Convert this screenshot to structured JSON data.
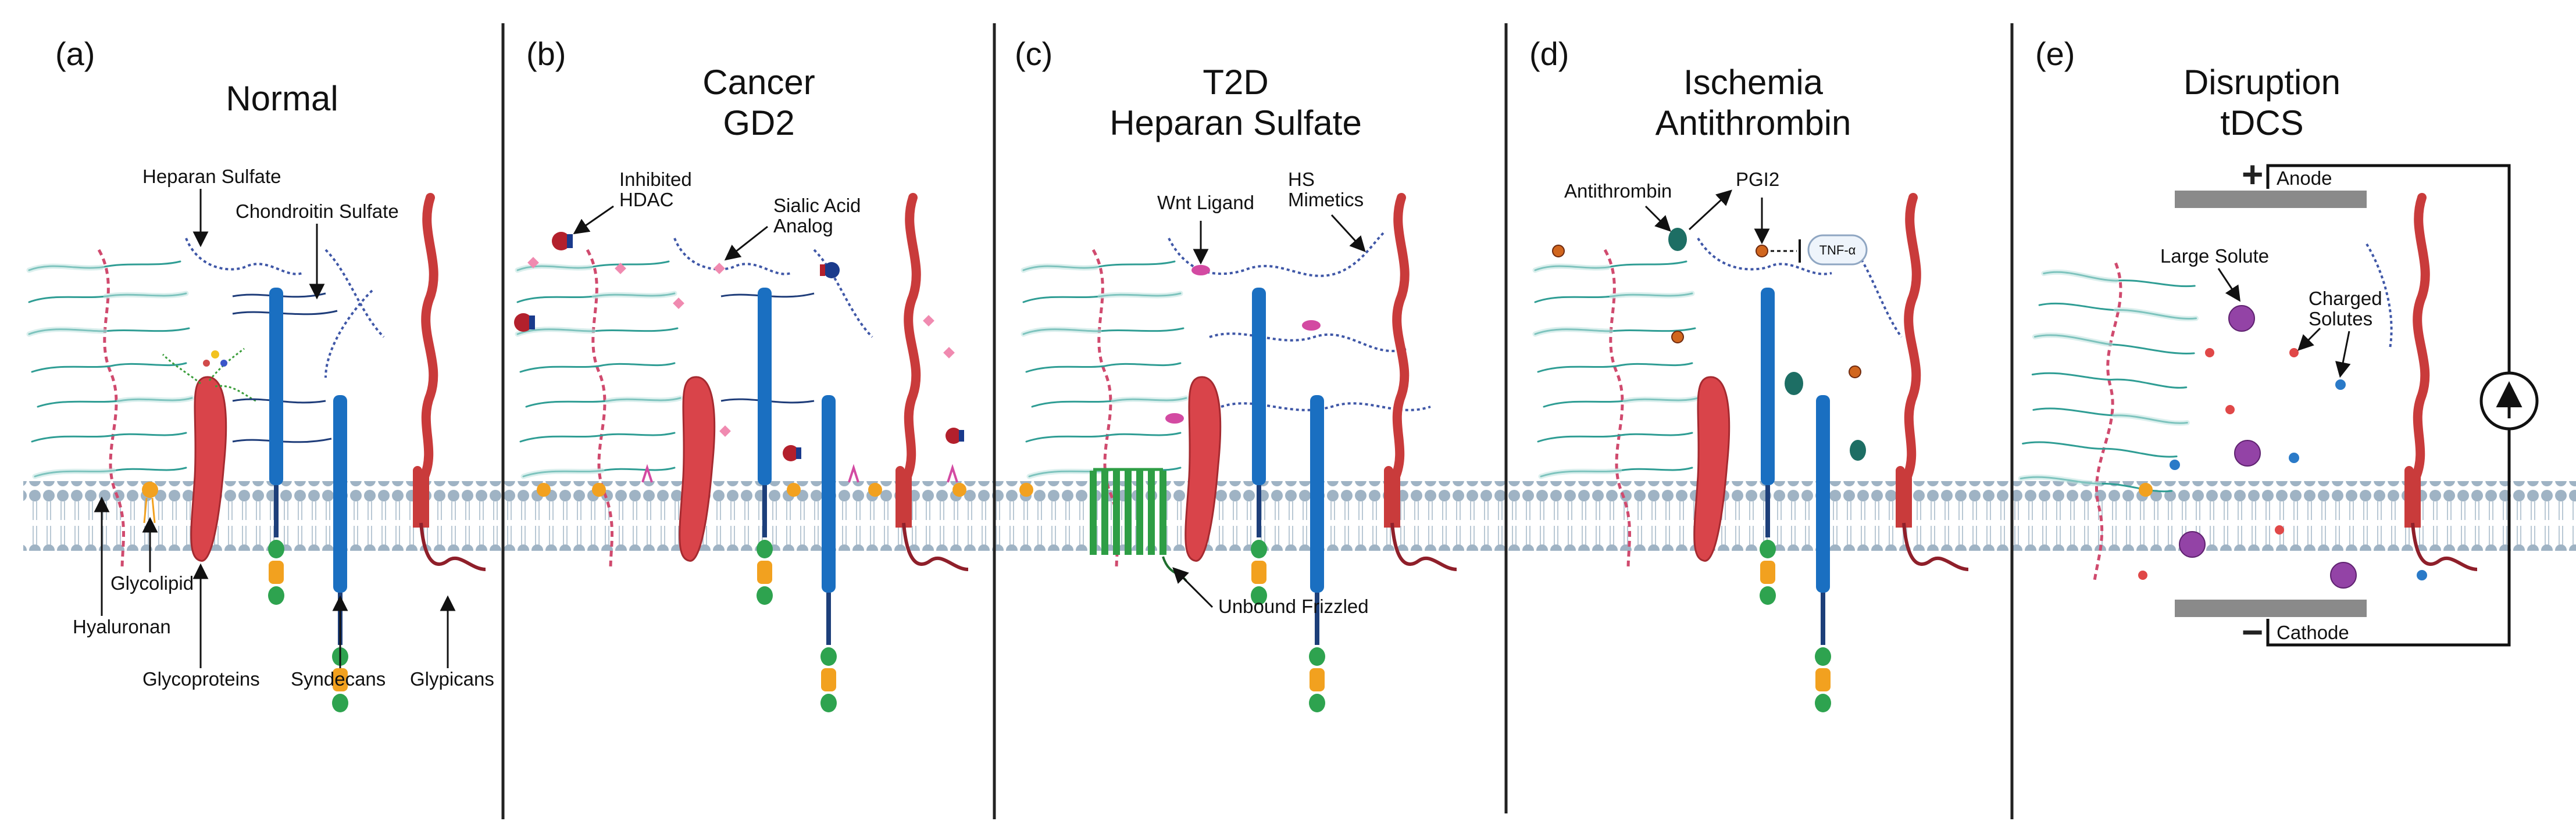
{
  "panels": [
    {
      "letter": "(a)",
      "title": [
        "Normal"
      ]
    },
    {
      "letter": "(b)",
      "title": [
        "Cancer",
        "GD2"
      ]
    },
    {
      "letter": "(c)",
      "title": [
        "T2D",
        "Heparan Sulfate"
      ]
    },
    {
      "letter": "(d)",
      "title": [
        "Ischemia",
        "Antithrombin"
      ]
    },
    {
      "letter": "(e)",
      "title": [
        "Disruption",
        "tDCS"
      ]
    }
  ],
  "labels": {
    "a": {
      "heparan_sulfate": "Heparan Sulfate",
      "chondroitin_sulfate": "Chondroitin Sulfate",
      "glycolipid": "Glycolipid",
      "hyaluronan": "Hyaluronan",
      "glycoproteins": "Glycoproteins",
      "syndecans": "Syndecans",
      "glypicans": "Glypicans"
    },
    "b": {
      "inhibited_hdac": [
        "Inhibited",
        "HDAC"
      ],
      "sialic_acid_analog": [
        "Sialic Acid",
        "Analog"
      ]
    },
    "c": {
      "wnt_ligand": "Wnt Ligand",
      "hs_mimetics": [
        "HS",
        "Mimetics"
      ],
      "unbound_frizzled": "Unbound Frizzled"
    },
    "d": {
      "antithrombin": "Antithrombin",
      "pgi2": "PGI2",
      "tnf_alpha": "TNF-α"
    },
    "e": {
      "anode": "Anode",
      "cathode": "Cathode",
      "large_solute": "Large Solute",
      "charged_solutes": [
        "Charged",
        "Solutes"
      ],
      "plus": "+",
      "minus": "−"
    }
  },
  "colors": {
    "membrane_head": "#9fb3c4",
    "membrane_tail": "#c9d6e0",
    "hyaluronan_core": "#d04a6e",
    "gag_strand": "#2f9d94",
    "heparan_chain": "#3f57a7",
    "glycoprotein": "#d9444a",
    "syndecan": "#1a6fc1",
    "glypican": "#c93b3b",
    "glycolipid": "#f2a11f",
    "frizzled": "#2e9e45",
    "wnt_ligand": "#d34aa2",
    "antithrombin": "#1d6e64",
    "electrode": "#8a8a8a",
    "large_solute": "#9343a6"
  }
}
